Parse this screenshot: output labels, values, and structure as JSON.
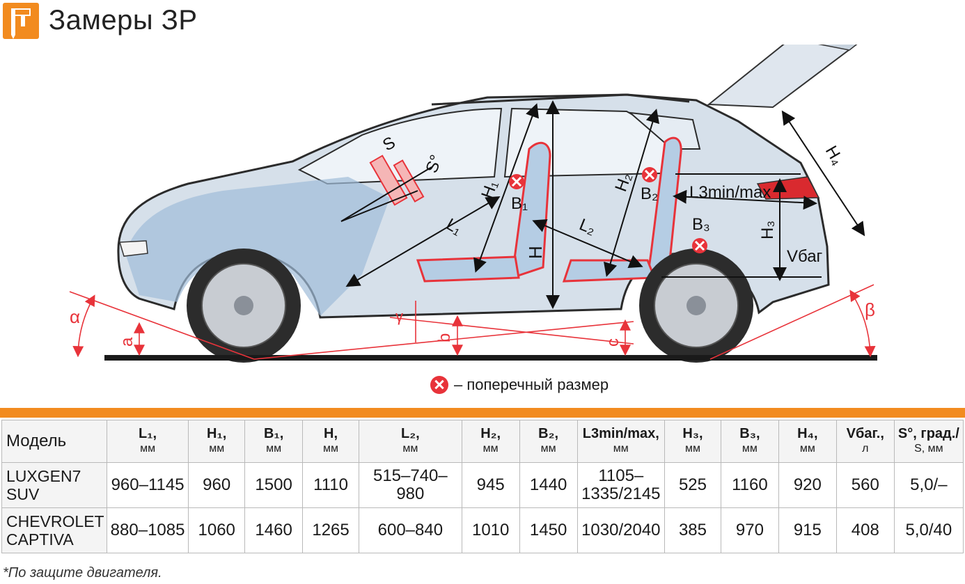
{
  "header": {
    "title": "Замеры ЗР",
    "logo_icon": "caliper-icon",
    "accent_color": "#f28b1f"
  },
  "diagram_labels": {
    "L1": "L₁",
    "L2": "L₂",
    "H": "H",
    "H1": "H₁",
    "H2": "H₂",
    "H3": "H₃",
    "H4": "H₄",
    "B1": "B₁",
    "B2": "B₂",
    "B3": "B₃",
    "L3": "L3min/max",
    "Vbag": "Vбаг",
    "S": "S",
    "S_deg": "S°",
    "alpha": "α",
    "beta": "β",
    "gamma": "γ",
    "a": "a",
    "b": "b",
    "c": "c"
  },
  "legend": {
    "text": "– поперечный размер",
    "icon": "cross-circle-icon",
    "color": "#e8333a"
  },
  "table": {
    "headers": [
      {
        "label": "Модель",
        "unit": ""
      },
      {
        "label": "L₁,",
        "unit": "мм"
      },
      {
        "label": "H₁,",
        "unit": "мм"
      },
      {
        "label": "B₁,",
        "unit": "мм"
      },
      {
        "label": "H,",
        "unit": "мм"
      },
      {
        "label": "L₂,",
        "unit": "мм"
      },
      {
        "label": "H₂,",
        "unit": "мм"
      },
      {
        "label": "B₂,",
        "unit": "мм"
      },
      {
        "label": "L3min/max,",
        "unit": "мм"
      },
      {
        "label": "H₃,",
        "unit": "мм"
      },
      {
        "label": "B₃,",
        "unit": "мм"
      },
      {
        "label": "H₄,",
        "unit": "мм"
      },
      {
        "label": "Vбаг.,",
        "unit": "л"
      },
      {
        "label": "S°, град./",
        "unit": "S, мм"
      }
    ],
    "rows": [
      [
        "LUXGEN7 SUV",
        "960–1145",
        "960",
        "1500",
        "1110",
        "515–740–980",
        "945",
        "1440",
        "1105–1335/2145",
        "525",
        "1160",
        "920",
        "560",
        "5,0/–"
      ],
      [
        "CHEVROLET CAPTIVA",
        "880–1085",
        "1060",
        "1460",
        "1265",
        "600–840",
        "1010",
        "1450",
        "1030/2040",
        "385",
        "970",
        "915",
        "408",
        "5,0/40"
      ]
    ]
  },
  "footnote": "*По защите двигателя."
}
